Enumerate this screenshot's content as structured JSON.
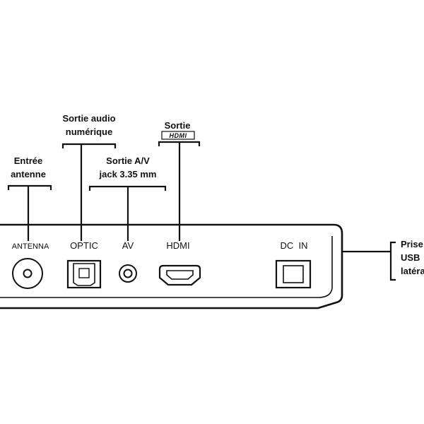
{
  "callouts": {
    "antenna_in": {
      "line1": "Entrée",
      "line2": "antenne"
    },
    "optic_out": {
      "line1": "Sortie audio",
      "line2": "numérique"
    },
    "av_out": {
      "line1": "Sortie A/V",
      "line2": "jack 3.35 mm"
    },
    "hdmi_out": {
      "line1": "Sortie",
      "logo": "HDMI"
    },
    "usb_side": {
      "line1": "Prise",
      "line2": "USB",
      "line3": "latéra"
    }
  },
  "ports": {
    "antenna": "ANTENNA",
    "optic": "OPTIC",
    "av": "AV",
    "hdmi": "HDMI",
    "dc_in": "DC  IN"
  }
}
